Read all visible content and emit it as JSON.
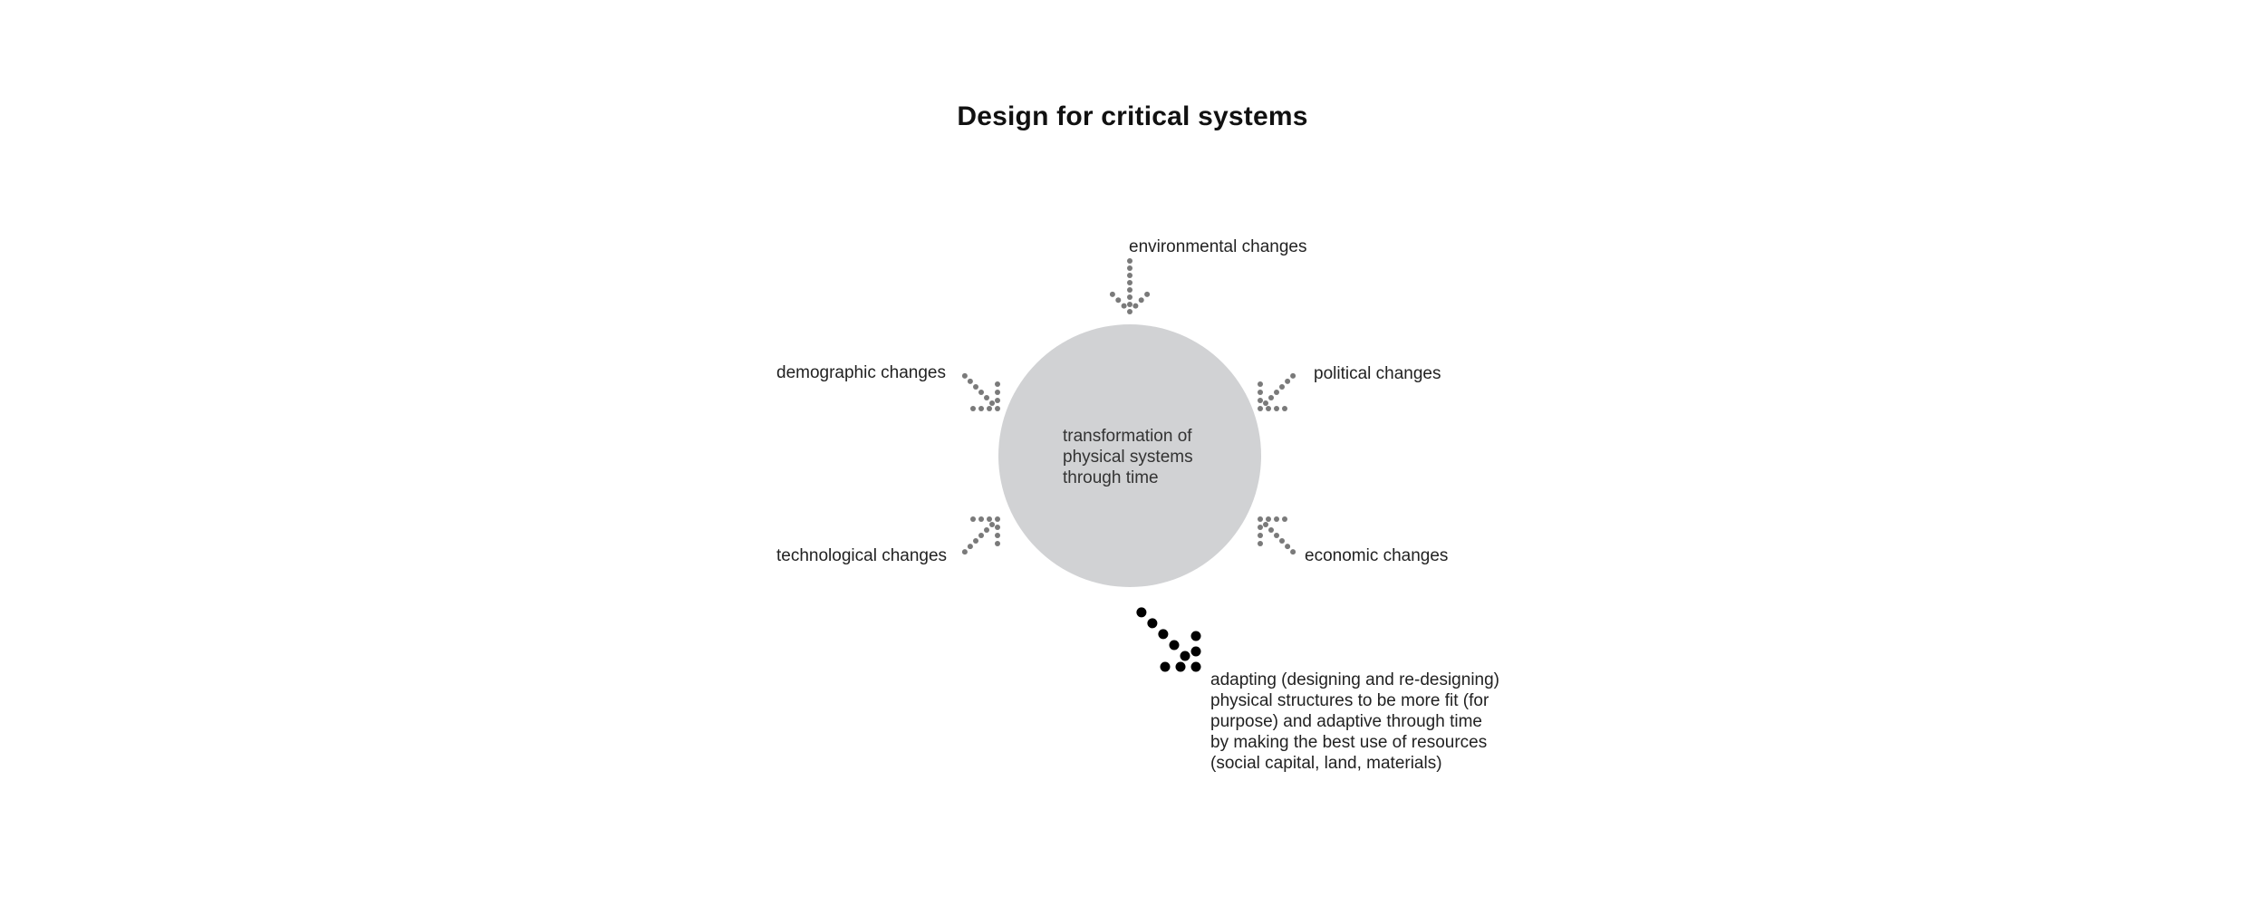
{
  "title": "Design for critical systems",
  "center": {
    "lines": [
      "transformation of",
      "physical systems",
      "through time"
    ]
  },
  "forces": {
    "environmental": "environmental changes",
    "demographic": "demographic changes",
    "political": "political changes",
    "technological": "technological changes",
    "economic": "economic changes"
  },
  "outcome": {
    "lines": [
      "adapting (designing and re-designing)",
      "physical structures to be more fit (for",
      "purpose) and adaptive through time",
      "by making the best use of resources",
      "(social capital, land, materials)"
    ]
  },
  "colors": {
    "circle": "#d1d2d4",
    "input_arrows": "#7a7a7a",
    "output_arrow": "#000000"
  }
}
